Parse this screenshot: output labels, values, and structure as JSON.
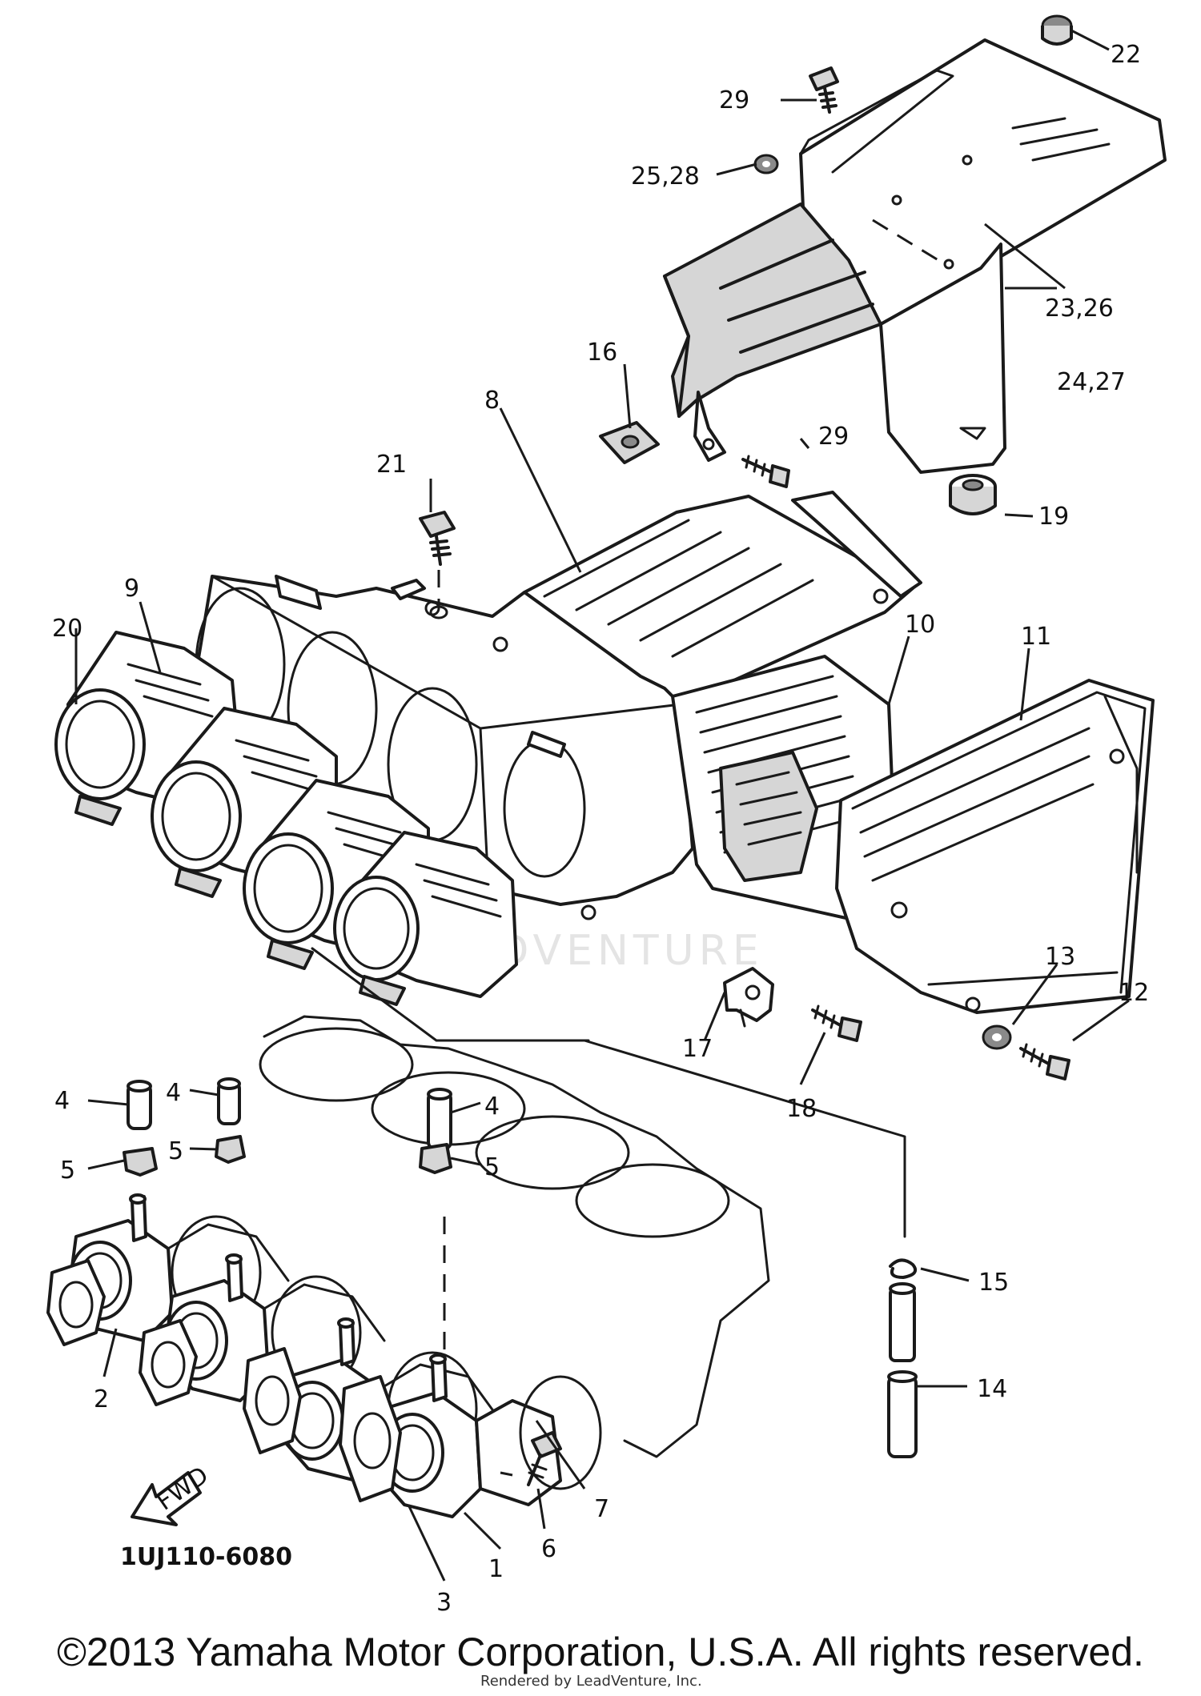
{
  "diagram_code": "1UJ110-6080",
  "watermark": "EADVENTURE",
  "fwd_label": "FWD",
  "copyright": "©2013 Yamaha Motor Corporation, U.S.A. All rights reserved.",
  "rendered_by": "Rendered by LeadVenture, Inc.",
  "callouts": {
    "c22": "22",
    "c29a": "29",
    "c2528": "25,28",
    "c2326": "23,26",
    "c2427": "24,27",
    "c16": "16",
    "c29b": "29",
    "c19": "19",
    "c8": "8",
    "c21": "21",
    "c9": "9",
    "c20": "20",
    "c10": "10",
    "c11": "11",
    "c13": "13",
    "c12": "12",
    "c17": "17",
    "c18": "18",
    "c4a": "4",
    "c4b": "4",
    "c4c": "4",
    "c5a": "5",
    "c5b": "5",
    "c5c": "5",
    "c15": "15",
    "c14": "14",
    "c2": "2",
    "c7": "7",
    "c6": "6",
    "c1": "1",
    "c3": "3"
  }
}
